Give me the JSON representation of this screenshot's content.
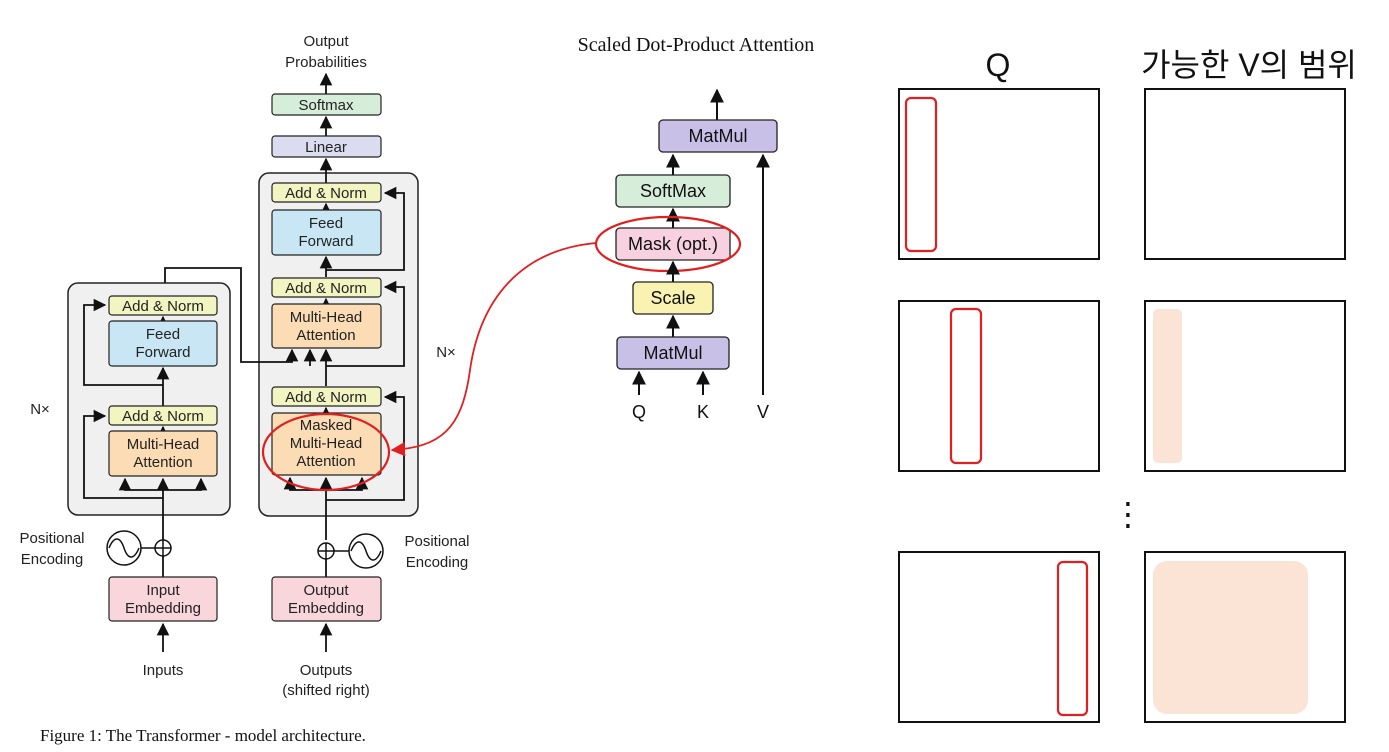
{
  "transformer": {
    "output_probabilities": [
      "Output",
      "Probabilities"
    ],
    "softmax": "Softmax",
    "linear": "Linear",
    "add_norm": "Add & Norm",
    "feed_forward": [
      "Feed",
      "Forward"
    ],
    "multi_head_attention": [
      "Multi-Head",
      "Attention"
    ],
    "masked_multi_head_attention": [
      "Masked",
      "Multi-Head",
      "Attention"
    ],
    "nx": "N×",
    "positional_encoding": [
      "Positional",
      "Encoding"
    ],
    "input_embedding": [
      "Input",
      "Embedding"
    ],
    "output_embedding": [
      "Output",
      "Embedding"
    ],
    "inputs": "Inputs",
    "outputs": [
      "Outputs",
      "(shifted right)"
    ],
    "caption": "Figure 1: The Transformer - model architecture."
  },
  "attention": {
    "title": "Scaled Dot-Product Attention",
    "matmul_top": "MatMul",
    "softmax": "SoftMax",
    "mask": "Mask (opt.)",
    "scale": "Scale",
    "matmul_bottom": "MatMul",
    "q": "Q",
    "k": "K",
    "v": "V"
  },
  "grid": {
    "q_header": "Q",
    "v_header": "가능한 V의 범위",
    "ellipsis": "⋮",
    "colors": {
      "highlight_red": "#e02020",
      "range_fill": "#fbe4d6"
    }
  },
  "colors": {
    "softmax": "#d6edd9",
    "linear": "#dcdcf0",
    "add_norm": "#f2f5c2",
    "feed_forward": "#c9e6f5",
    "attention": "#fbdcb5",
    "embedding": "#f8d6dc",
    "matmul": "#c9c0e8",
    "mask": "#f8d1e0",
    "scale": "#faf2b0",
    "block_bg": "#f0f0f0"
  }
}
